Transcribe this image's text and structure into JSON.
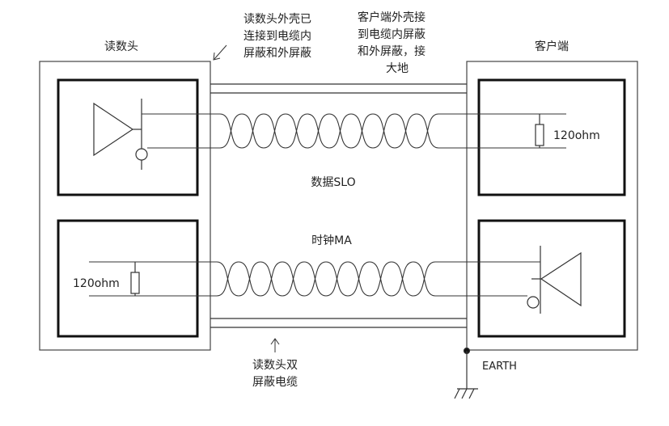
{
  "labels": {
    "reader": "读数头",
    "client": "客户端",
    "reader_shell_line1": "读数头外壳已",
    "reader_shell_line2": "连接到电缆内",
    "reader_shell_line3": "屏蔽和外屏蔽",
    "client_shell_line1": "客户端外壳接",
    "client_shell_line2": "到电缆内屏蔽",
    "client_shell_line3": "和外屏蔽，接",
    "client_shell_line4": "大地",
    "data_signal": "数据SLO",
    "clock_signal": "时钟MA",
    "resistor_top": "120ohm",
    "resistor_bottom": "120ohm",
    "cable_line1": "读数头双",
    "cable_line2": "屏蔽电缆",
    "earth": "EARTH"
  },
  "colors": {
    "line": "#1a1a1a",
    "thin_line": "#444444"
  }
}
